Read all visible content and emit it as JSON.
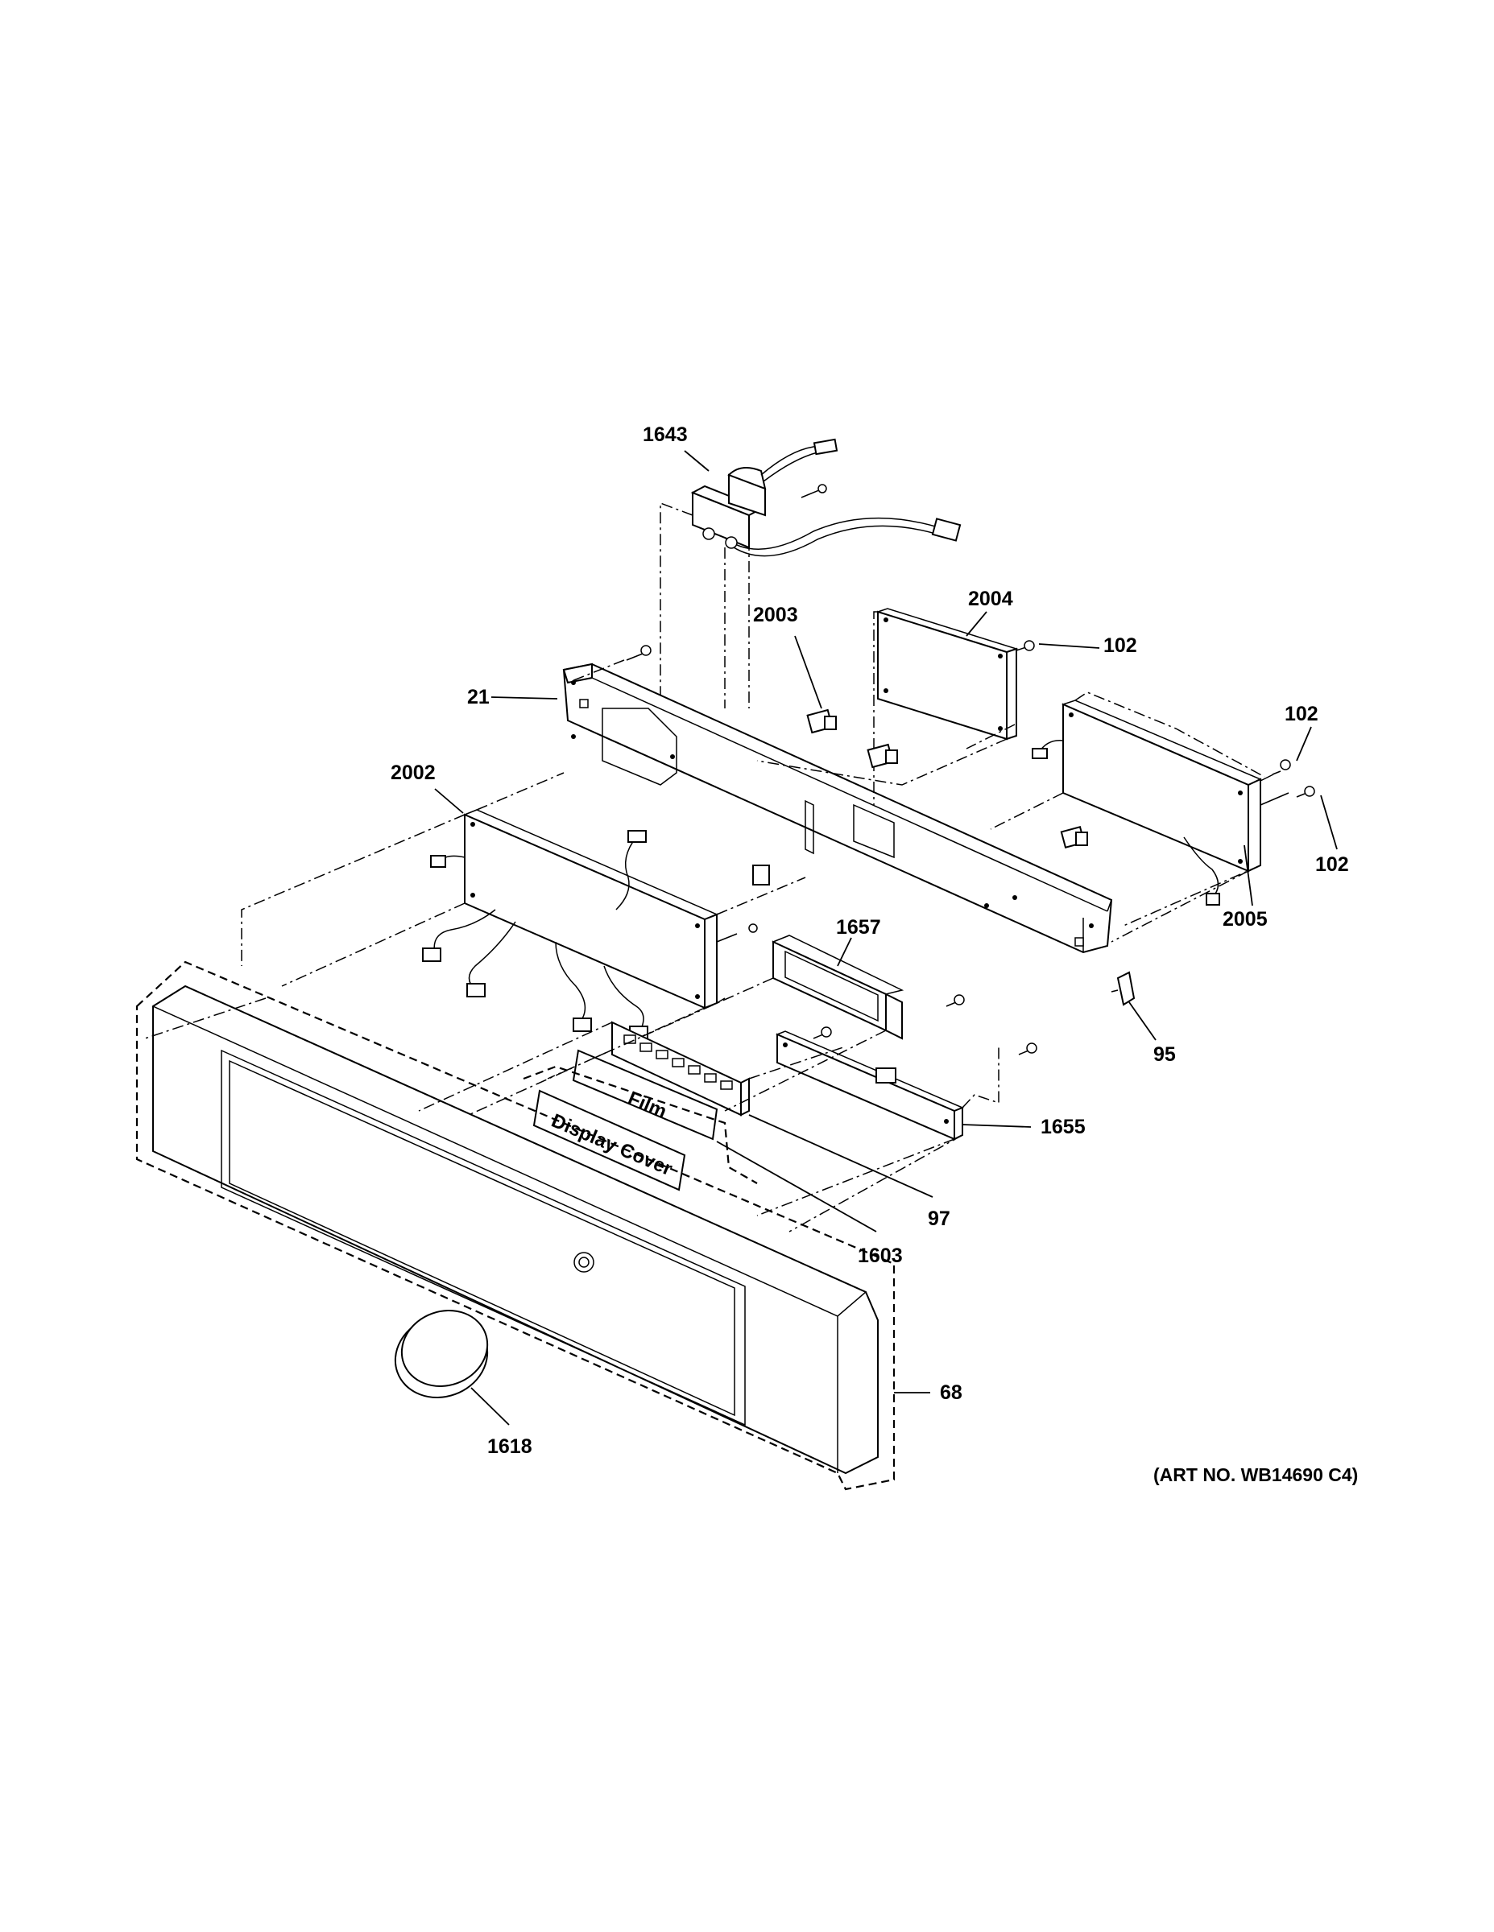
{
  "callouts": {
    "c1643": "1643",
    "c2004": "2004",
    "c2003": "2003",
    "c102a": "102",
    "c21": "21",
    "c102b": "102",
    "c102c": "102",
    "c2002": "2002",
    "c2005": "2005",
    "c1657": "1657",
    "c95": "95",
    "c1655": "1655",
    "c97": "97",
    "c1603": "1603",
    "c68": "68",
    "c1618": "1618"
  },
  "inset_labels": {
    "film": "Film",
    "display_cover": "Display Cover"
  },
  "art_number": "(ART NO. WB14690 C4)"
}
